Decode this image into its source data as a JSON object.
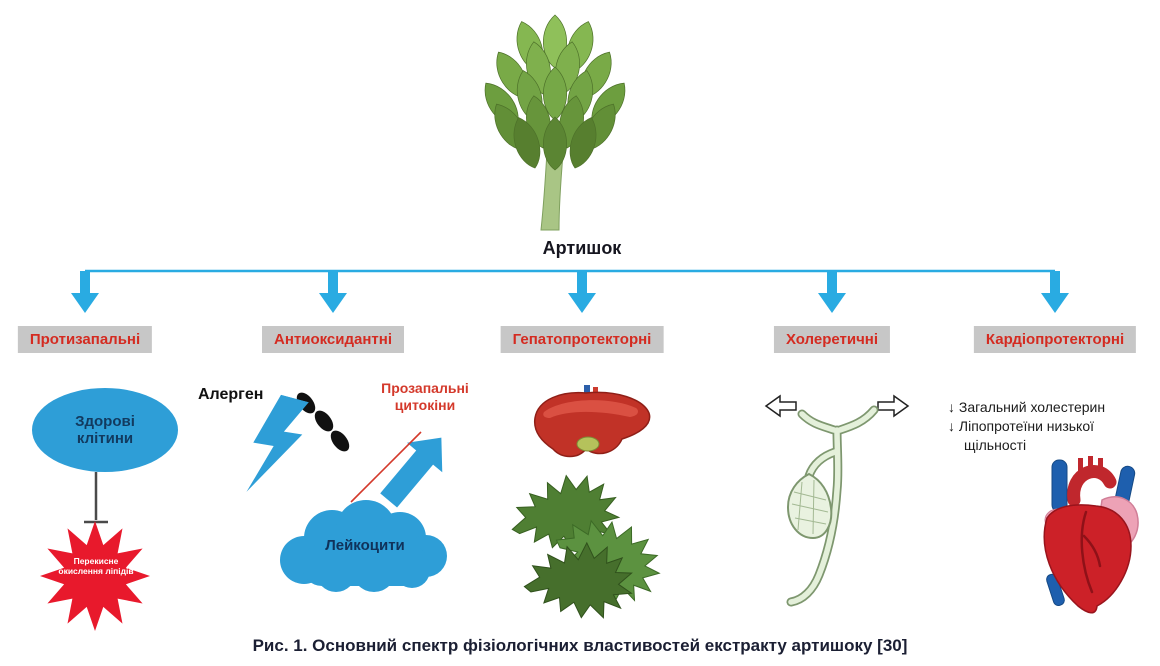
{
  "title": "Артишок",
  "caption": "Рис. 1. Основний спектр фізіологічних властивостей екстракту артишоку [30]",
  "branches": [
    {
      "label": "Протизапальні"
    },
    {
      "label": "Антиоксидантні"
    },
    {
      "label": "Гепатопротекторні"
    },
    {
      "label": "Холеретичні"
    },
    {
      "label": "Кардіопротекторні"
    }
  ],
  "panels": {
    "anti_inflammatory": {
      "healthy_cells": "Здорові клітини",
      "lipid_peroxidation": "Перекисне окислення ліпідів"
    },
    "antioxidant": {
      "allergen": "Алерген",
      "cytokines": "Прозапальні цитокіни",
      "leukocytes": "Лейкоцити"
    },
    "cardioprotective": {
      "effect1": "↓ Загальний холестерин",
      "effect2": "↓ Ліпопротеїни низької щільності"
    }
  },
  "colors": {
    "accent_blue": "#29abe2",
    "shape_blue": "#2e9ed7",
    "label_red": "#d42b21",
    "box_gray": "#c7c7c7",
    "star_red": "#e8192c"
  }
}
